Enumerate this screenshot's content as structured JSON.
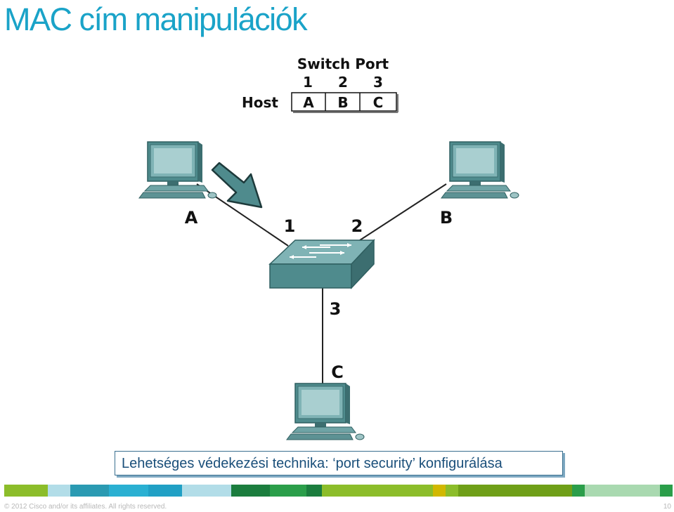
{
  "slide": {
    "title": "MAC cím manipulációk",
    "callout": "Lehetséges védekezési technika:  ‘port security’ konfigurálása",
    "copyright": "© 2012 Cisco and/or its affiliates. All rights reserved.",
    "page_number": "10"
  },
  "table": {
    "header": "Switch Port",
    "row_label": "Host",
    "ports": [
      "1",
      "2",
      "3"
    ],
    "hosts": [
      "A",
      "B",
      "C"
    ]
  },
  "diagram": {
    "hosts": {
      "a": "A",
      "b": "B",
      "c": "C"
    },
    "ports": {
      "p1": "1",
      "p2": "2",
      "p3": "3"
    },
    "arrow_icon": "arrow-icon",
    "switch_icon": "switch-icon",
    "computer_icon": "computer-icon"
  },
  "colors": {
    "title": "#1aa3c8",
    "device": "#4f8b8d",
    "footer": [
      "#8cbd2a",
      "#b2dde8",
      "#2a9ab2",
      "#2ab0d2",
      "#20a0c5",
      "#b2dde8",
      "#1b7d3e",
      "#2b9e4a",
      "#1b7d3e",
      "#8cbd2a",
      "#8cbd2a",
      "#d1b800",
      "#8cbd2a",
      "#6f9f18",
      "#2b9e4a",
      "#a9d9b0",
      "#2b9e4a"
    ]
  }
}
